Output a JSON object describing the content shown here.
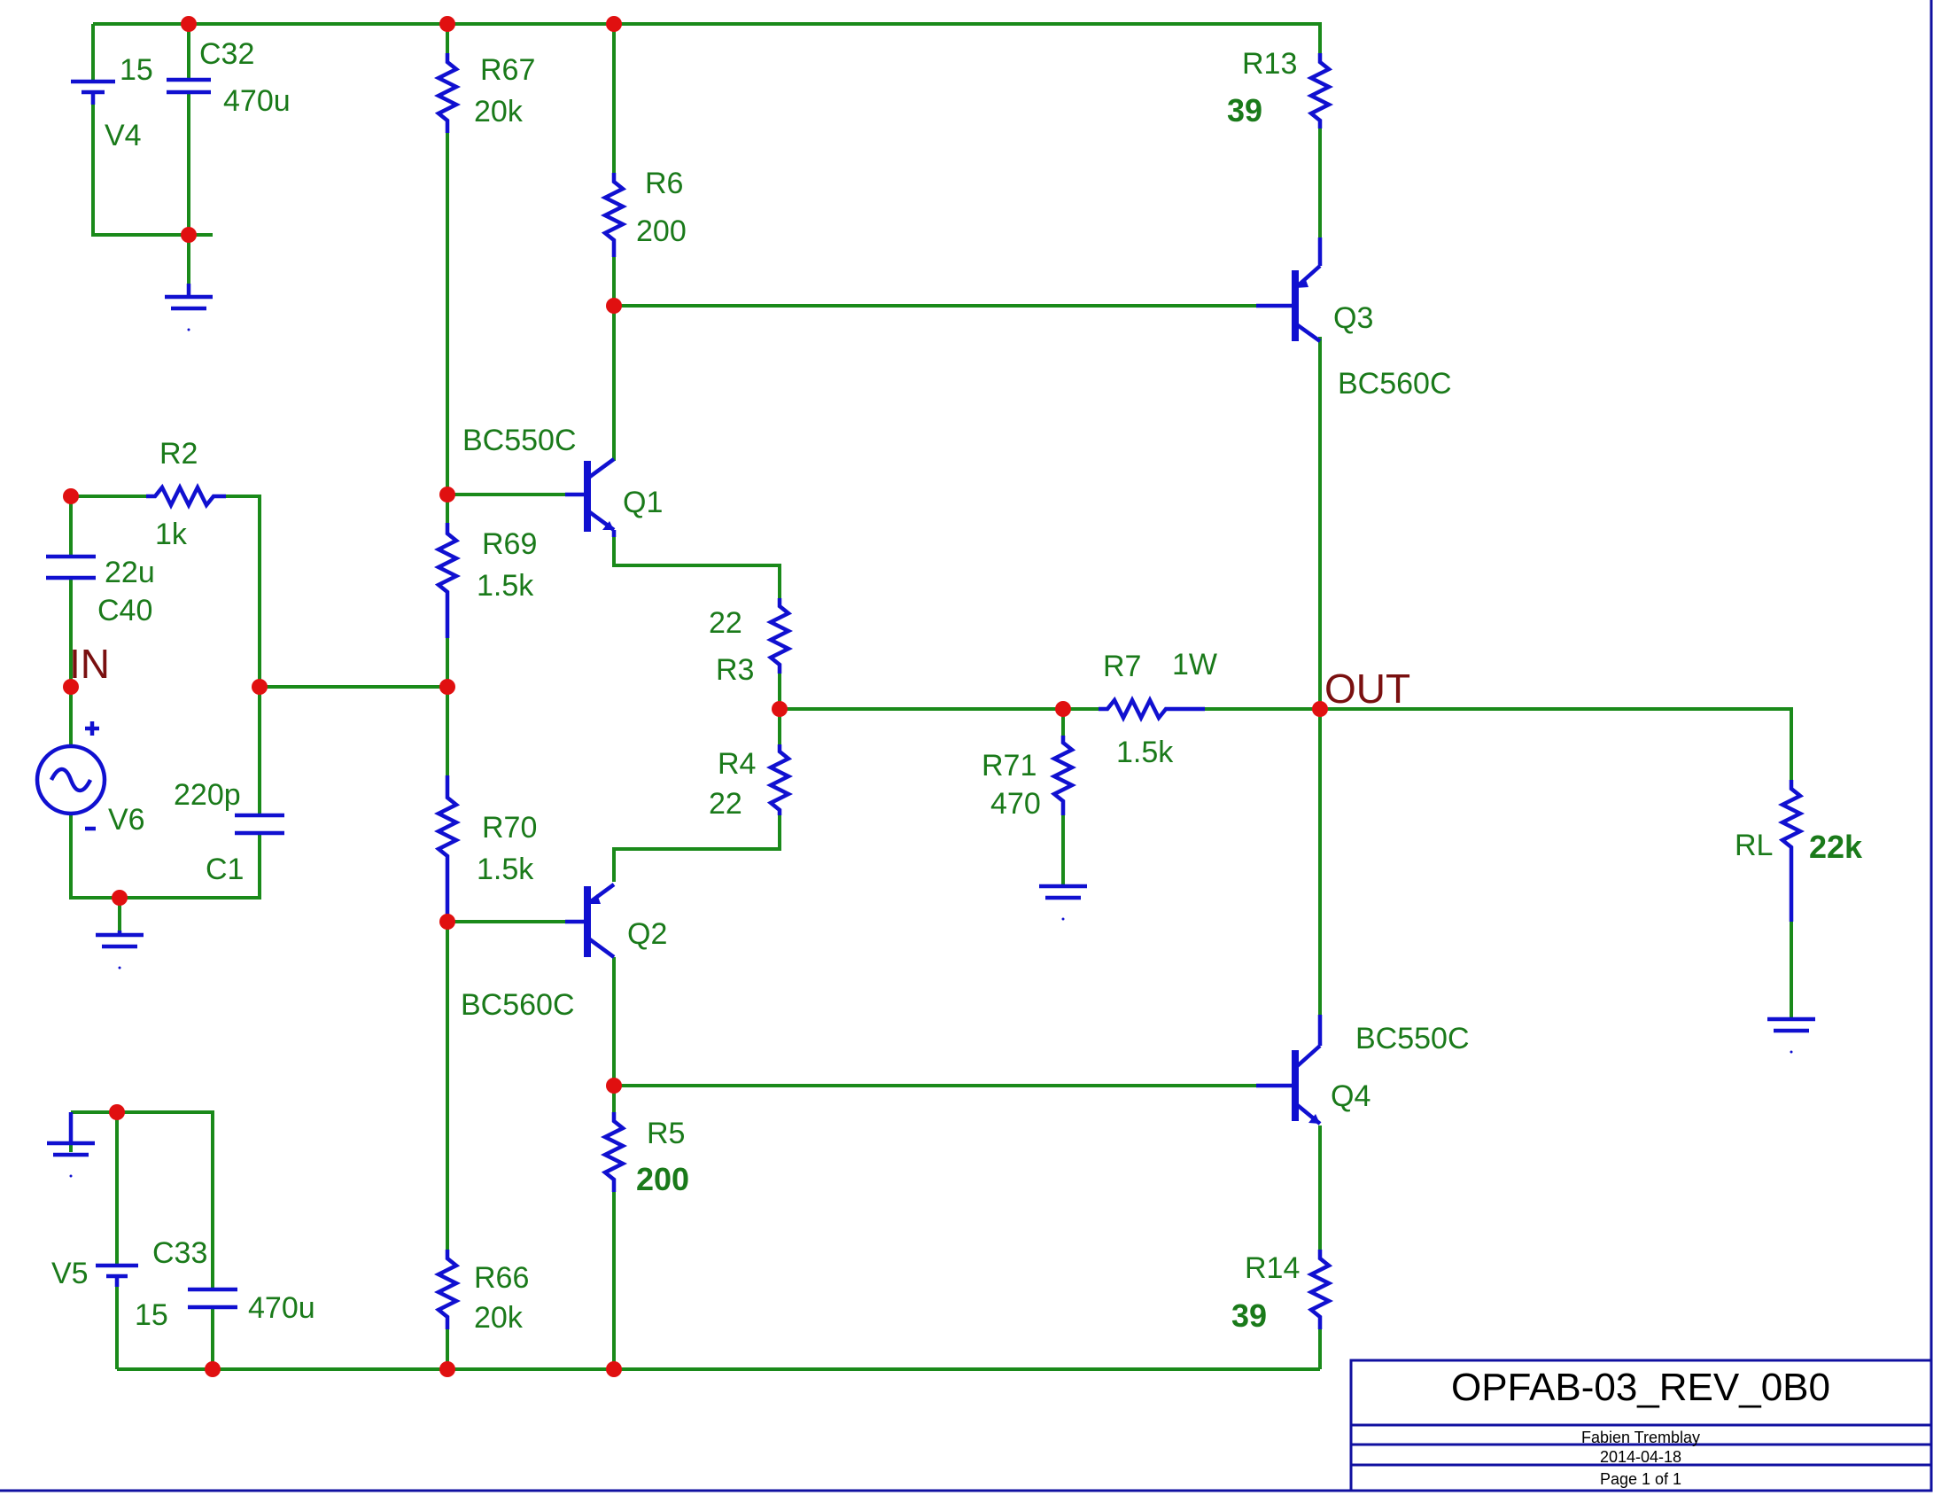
{
  "title_block": {
    "title": "OPFAB-03_REV_0B0",
    "author": "Fabien Tremblay",
    "date": "2014-04-18",
    "page": "Page 1 of 1"
  },
  "nets": {
    "in": "IN",
    "out": "OUT"
  },
  "components": {
    "V4": {
      "ref": "V4",
      "value": "15"
    },
    "C32": {
      "ref": "C32",
      "value": "470u"
    },
    "R67": {
      "ref": "R67",
      "value": "20k"
    },
    "R6": {
      "ref": "R6",
      "value": "200"
    },
    "R13": {
      "ref": "R13",
      "value": "39"
    },
    "Q3": {
      "ref": "Q3",
      "part": "BC560C"
    },
    "Q1": {
      "ref": "Q1",
      "part": "BC550C"
    },
    "R2": {
      "ref": "R2",
      "value": "1k"
    },
    "C40": {
      "ref": "C40",
      "value": "22u"
    },
    "R69": {
      "ref": "R69",
      "value": "1.5k"
    },
    "R3": {
      "ref": "R3",
      "value": "22"
    },
    "R7": {
      "ref": "R7",
      "value": "1.5k",
      "rating": "1W"
    },
    "V6": {
      "ref": "V6"
    },
    "C1": {
      "ref": "C1",
      "value": "220p"
    },
    "R4": {
      "ref": "R4",
      "value": "22"
    },
    "R71": {
      "ref": "R71",
      "value": "470"
    },
    "RL": {
      "ref": "RL",
      "value": "22k"
    },
    "R70": {
      "ref": "R70",
      "value": "1.5k"
    },
    "Q2": {
      "ref": "Q2",
      "part": "BC560C"
    },
    "R5": {
      "ref": "R5",
      "value": "200"
    },
    "Q4": {
      "ref": "Q4",
      "part": "BC550C"
    },
    "V5": {
      "ref": "V5",
      "value": "15"
    },
    "C33": {
      "ref": "C33",
      "value": "470u"
    },
    "R66": {
      "ref": "R66",
      "value": "20k"
    },
    "R14": {
      "ref": "R14",
      "value": "39"
    }
  },
  "colors": {
    "wire": "#1a8a1a",
    "component": "#1010d0",
    "junction": "#e01010",
    "label": "#1a7a1a",
    "net_label": "#7a1010",
    "border": "#1010a0"
  }
}
